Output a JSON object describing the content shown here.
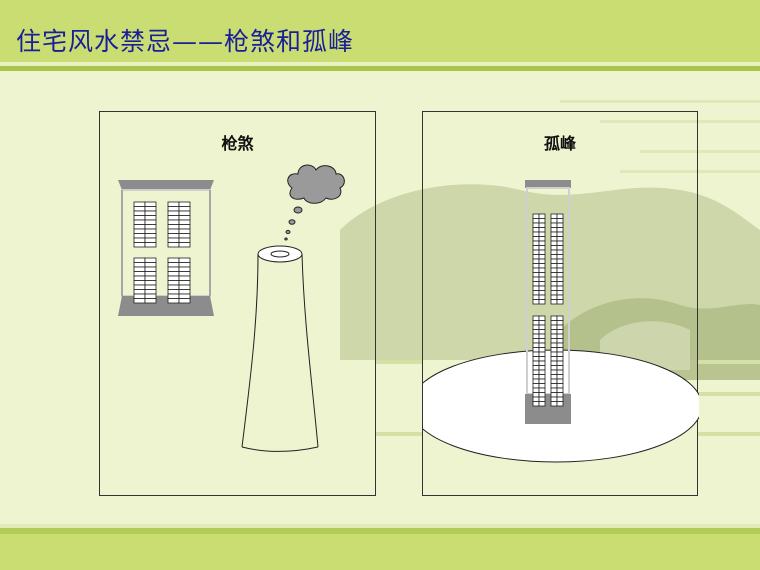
{
  "slide": {
    "title": "住宅风水禁忌——枪煞和孤峰"
  },
  "panels": [
    {
      "label": "枪煞"
    },
    {
      "label": "孤峰"
    }
  ],
  "colors": {
    "title": "#1b1f97",
    "header_band": "#c8dc6e",
    "background": "#eef3d0",
    "hill": "#b9c590",
    "building_roof": "#888888"
  }
}
